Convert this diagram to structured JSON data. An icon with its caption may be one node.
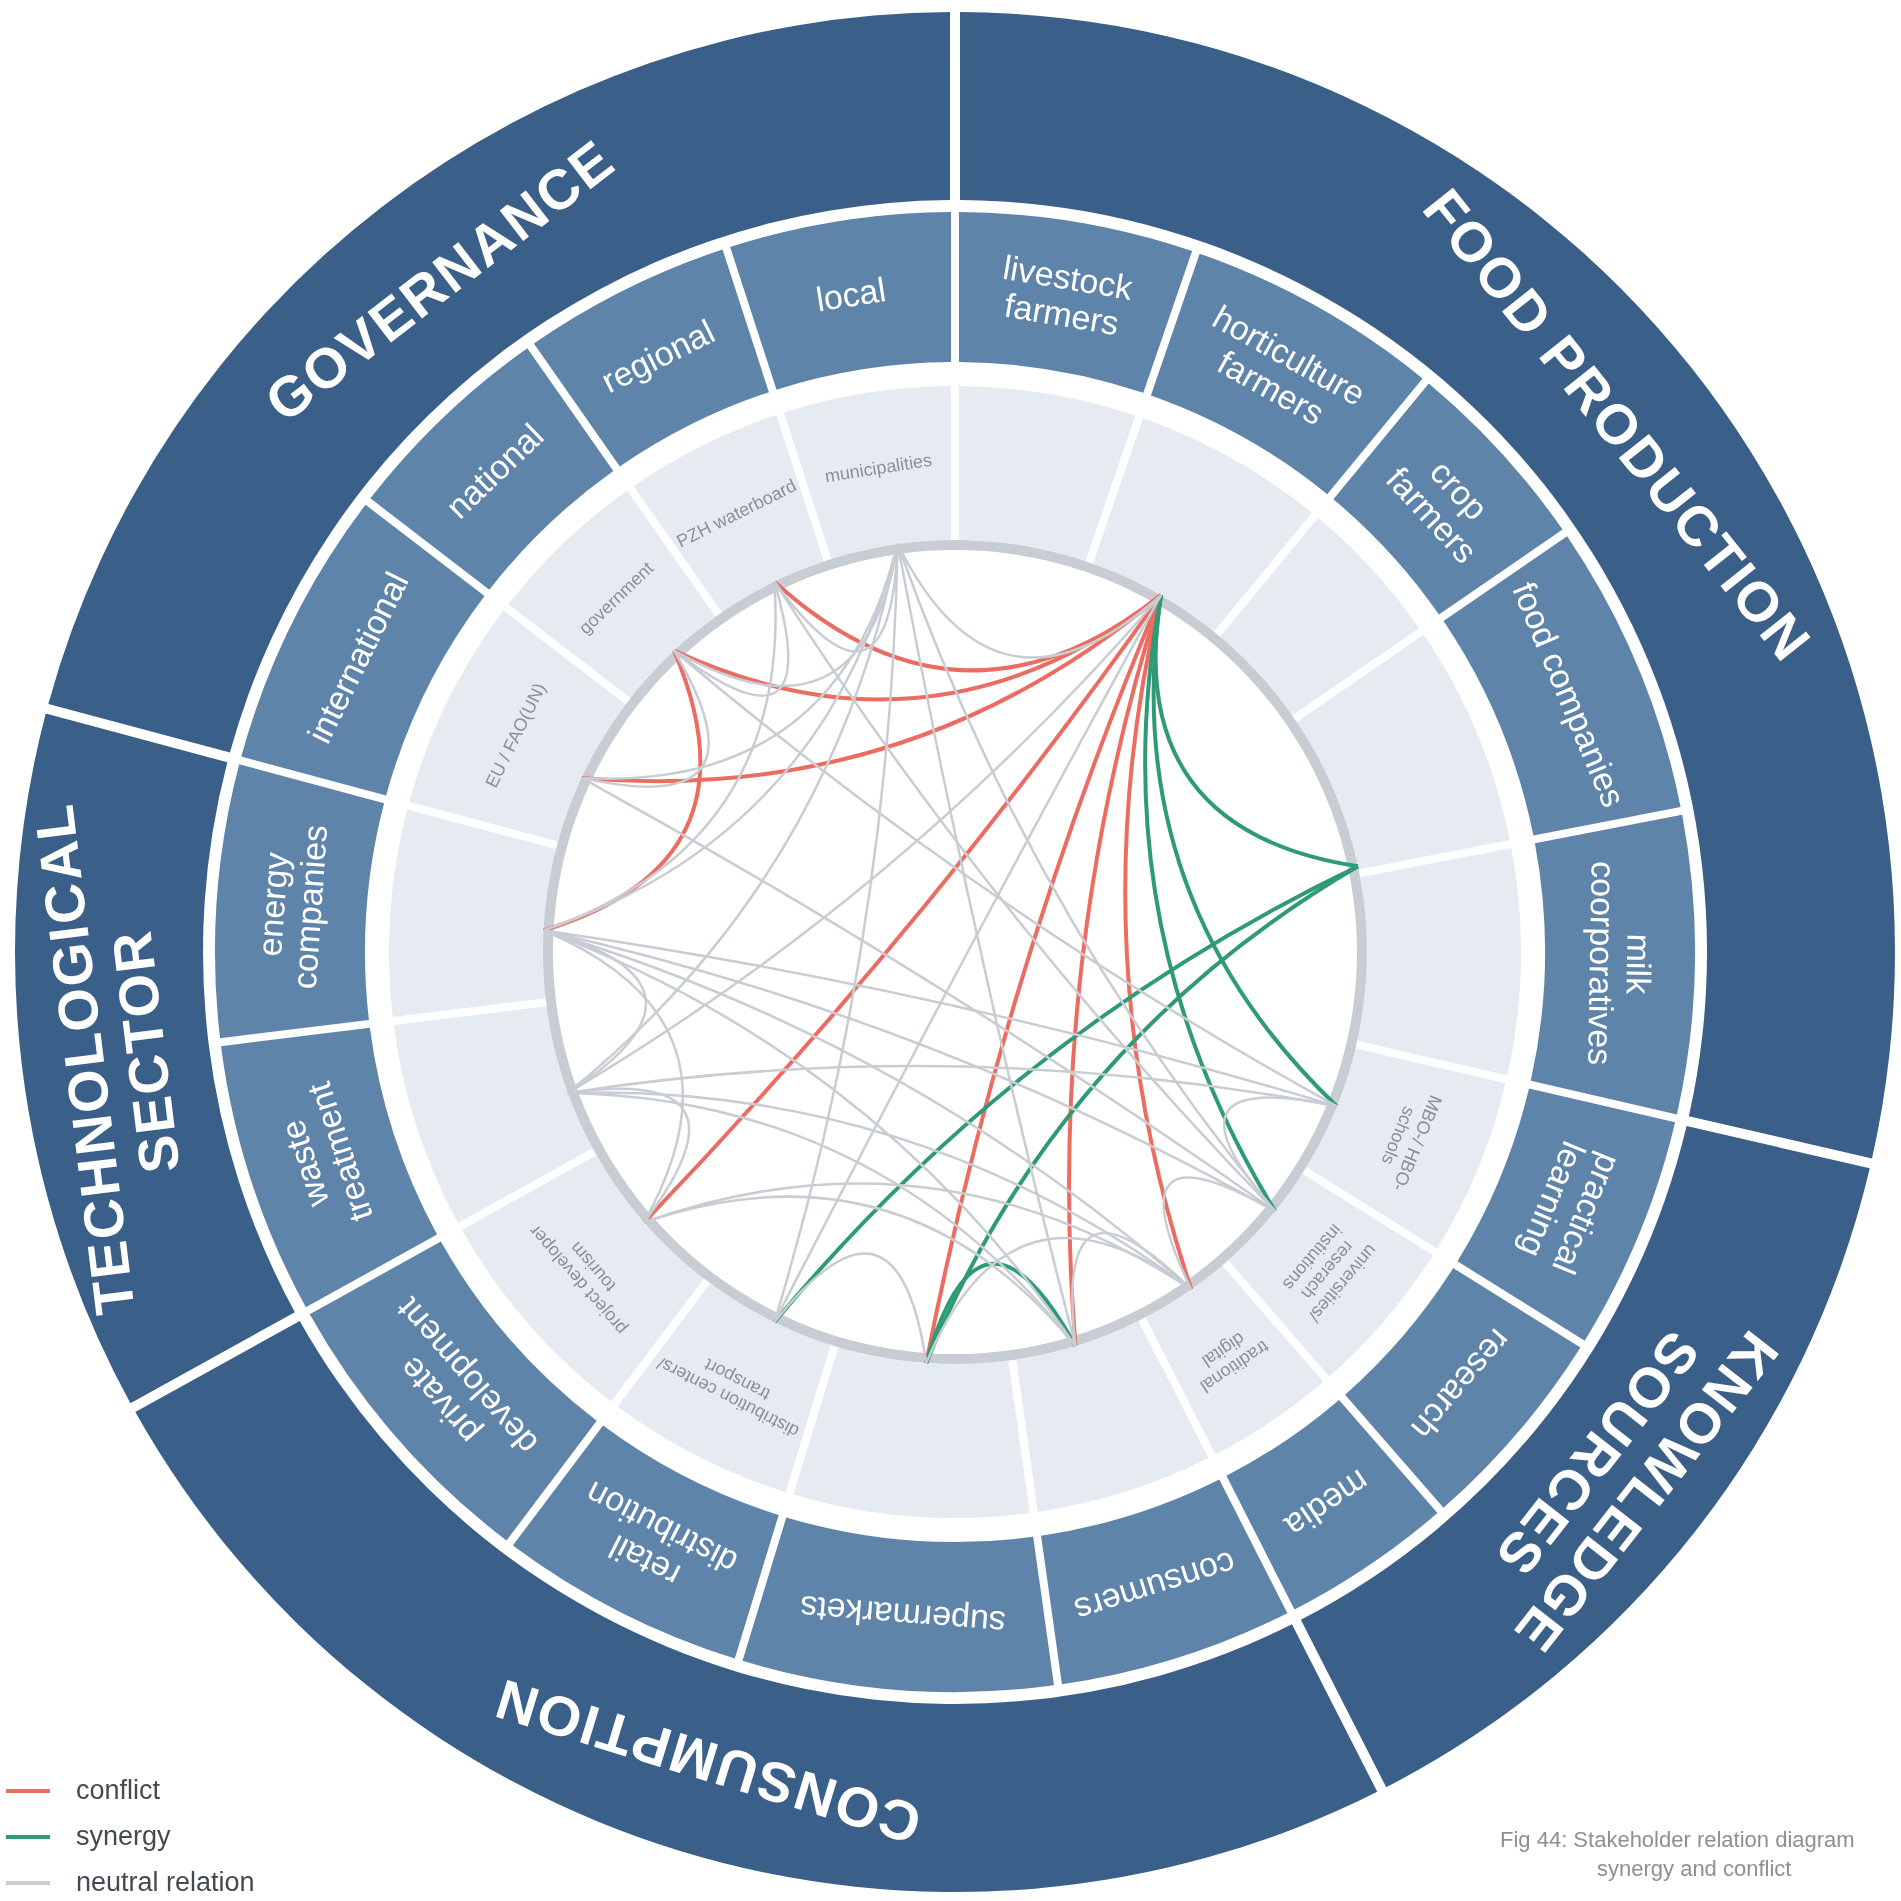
{
  "diagram": {
    "caption": "Fig 44: Stakeholder relation diagram synergy and conflict",
    "nodes": [
      {
        "text": [
          "GOVERNANCE"
        ]
      },
      {
        "text": [
          "FOOD PRODUCTION"
        ]
      },
      {
        "text": [
          "KNOWLEDGE SOURCES"
        ]
      },
      {
        "text": [
          "CONSUMPTION"
        ]
      },
      {
        "text": [
          "TECHNOLOGICAL SECTOR"
        ]
      },
      {
        "text": [
          "local"
        ]
      },
      {
        "text": [
          "livestock farmers"
        ]
      },
      {
        "text": [
          "horticulture farmers"
        ]
      },
      {
        "text": [
          "crop farmers"
        ]
      },
      {
        "text": [
          "food companies"
        ]
      },
      {
        "text": [
          "milk coorporatives"
        ]
      },
      {
        "text": [
          "practical learning"
        ]
      },
      {
        "text": [
          "research"
        ]
      },
      {
        "text": [
          "media"
        ]
      },
      {
        "text": [
          "consumers"
        ]
      },
      {
        "text": [
          "supermarkets"
        ]
      },
      {
        "text": [
          "retail distribution"
        ]
      },
      {
        "text": [
          "private development"
        ]
      },
      {
        "text": [
          "waste treatment"
        ]
      },
      {
        "text": [
          "energy companies"
        ]
      },
      {
        "text": [
          "international"
        ]
      },
      {
        "text": [
          "national"
        ]
      },
      {
        "text": [
          "regional"
        ]
      },
      {
        "text": [
          "municipalities"
        ]
      },
      {
        "text": [],
        "shape": "segment"
      },
      {
        "text": [],
        "shape": "segment"
      },
      {
        "text": [],
        "shape": "segment"
      },
      {
        "text": [],
        "shape": "segment"
      },
      {
        "text": [],
        "shape": "segment"
      },
      {
        "text": [
          "MBO-/ HBO- schools"
        ]
      },
      {
        "text": [
          "universities/ reserach instiutions"
        ]
      },
      {
        "text": [
          "traditional digital"
        ]
      },
      {
        "text": [],
        "shape": "segment"
      },
      {
        "text": [],
        "shape": "segment"
      },
      {
        "text": [
          "distribution centers/ transport"
        ]
      },
      {
        "text": [
          "project developer tourism"
        ]
      },
      {
        "text": [],
        "shape": "segment"
      },
      {
        "text": [],
        "shape": "segment"
      },
      {
        "text": [
          "EU / FAO(UN)"
        ]
      },
      {
        "text": [
          "government"
        ]
      },
      {
        "text": [
          "PZH waterboard"
        ]
      }
    ],
    "edges": [
      {
        "from": 25,
        "to": 40,
        "arrow": "none",
        "color": "#ec6c62"
      },
      {
        "from": 25,
        "to": 39,
        "arrow": "none",
        "color": "#ec6c62"
      },
      {
        "from": 25,
        "to": 38,
        "arrow": "none",
        "color": "#ec6c62"
      },
      {
        "from": 25,
        "to": 35,
        "arrow": "none",
        "color": "#ec6c62"
      },
      {
        "from": 25,
        "to": 33,
        "arrow": "none",
        "color": "#ec6c62"
      },
      {
        "from": 25,
        "to": 32,
        "arrow": "none",
        "color": "#ec6c62"
      },
      {
        "from": 25,
        "to": 31,
        "arrow": "none",
        "color": "#ec6c62"
      },
      {
        "from": 39,
        "to": 37,
        "arrow": "none",
        "color": "#ec6c62"
      },
      {
        "from": 25,
        "to": 27,
        "arrow": "none",
        "color": "#2f9b76"
      },
      {
        "from": 25,
        "to": 29,
        "arrow": "none",
        "color": "#2f9b76"
      },
      {
        "from": 25,
        "to": 30,
        "arrow": "none",
        "color": "#2f9b76"
      },
      {
        "from": 27,
        "to": 34,
        "arrow": "none",
        "color": "#2f9b76"
      },
      {
        "from": 27,
        "to": 33,
        "arrow": "none",
        "color": "#2f9b76"
      },
      {
        "from": 33,
        "to": 32,
        "arrow": "none",
        "color": "#2f9b76"
      },
      {
        "from": 23,
        "to": 25,
        "arrow": "none"
      },
      {
        "from": 23,
        "to": 40,
        "arrow": "none"
      },
      {
        "from": 23,
        "to": 39,
        "arrow": "none"
      },
      {
        "from": 23,
        "to": 38,
        "arrow": "none"
      },
      {
        "from": 23,
        "to": 37,
        "arrow": "none"
      },
      {
        "from": 23,
        "to": 36,
        "arrow": "none"
      },
      {
        "from": 23,
        "to": 34,
        "arrow": "none"
      },
      {
        "from": 23,
        "to": 30,
        "arrow": "none"
      },
      {
        "from": 23,
        "to": 32,
        "arrow": "none"
      },
      {
        "from": 40,
        "to": 39,
        "arrow": "none"
      },
      {
        "from": 40,
        "to": 30,
        "arrow": "none"
      },
      {
        "from": 40,
        "to": 37,
        "arrow": "none"
      },
      {
        "from": 39,
        "to": 38,
        "arrow": "none"
      },
      {
        "from": 39,
        "to": 29,
        "arrow": "none"
      },
      {
        "from": 38,
        "to": 30,
        "arrow": "none"
      },
      {
        "from": 25,
        "to": 36,
        "arrow": "none"
      },
      {
        "from": 25,
        "to": 34,
        "arrow": "none"
      },
      {
        "from": 37,
        "to": 36,
        "arrow": "none"
      },
      {
        "from": 37,
        "to": 35,
        "arrow": "none"
      },
      {
        "from": 37,
        "to": 29,
        "arrow": "none"
      },
      {
        "from": 37,
        "to": 30,
        "arrow": "none"
      },
      {
        "from": 37,
        "to": 31,
        "arrow": "none"
      },
      {
        "from": 37,
        "to": 32,
        "arrow": "none"
      },
      {
        "from": 36,
        "to": 35,
        "arrow": "none"
      },
      {
        "from": 36,
        "to": 32,
        "arrow": "none"
      },
      {
        "from": 36,
        "to": 31,
        "arrow": "none"
      },
      {
        "from": 36,
        "to": 29,
        "arrow": "none"
      },
      {
        "from": 35,
        "to": 32,
        "arrow": "none"
      },
      {
        "from": 35,
        "to": 31,
        "arrow": "none"
      },
      {
        "from": 34,
        "to": 33,
        "arrow": "none"
      },
      {
        "from": 33,
        "to": 31,
        "arrow": "none"
      },
      {
        "from": 32,
        "to": 31,
        "arrow": "none"
      },
      {
        "from": 31,
        "to": 30,
        "arrow": "none"
      },
      {
        "from": 30,
        "to": 29,
        "arrow": "none"
      }
    ],
    "legend": [
      {
        "text": "conflict"
      },
      {
        "text": "synergy"
      },
      {
        "text": "neutral relation"
      }
    ]
  }
}
